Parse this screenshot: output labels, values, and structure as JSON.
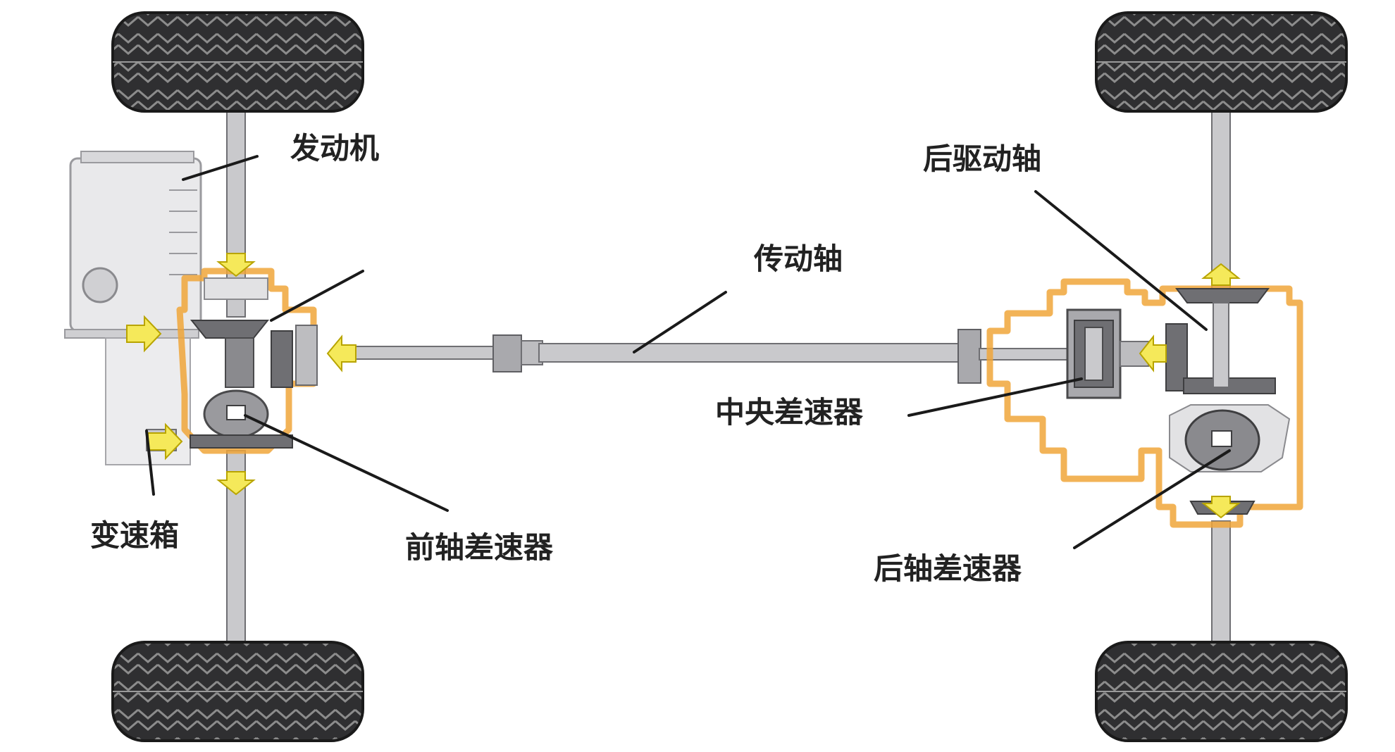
{
  "diagram": {
    "labels": {
      "engine": "发动机",
      "transmission": "变速箱",
      "front_diff": "前轴差速器",
      "driveshaft": "传动轴",
      "center_diff": "中央差速器",
      "rear_drive_shaft": "后驱动轴",
      "rear_diff": "后轴差速器"
    },
    "colors": {
      "tire": "#2f2f31",
      "shaft": "#c9c9cc",
      "housing_glow": "#f0a63a",
      "power_arrow": "#f5e95a",
      "engine_block": "#e9e9eb"
    }
  }
}
